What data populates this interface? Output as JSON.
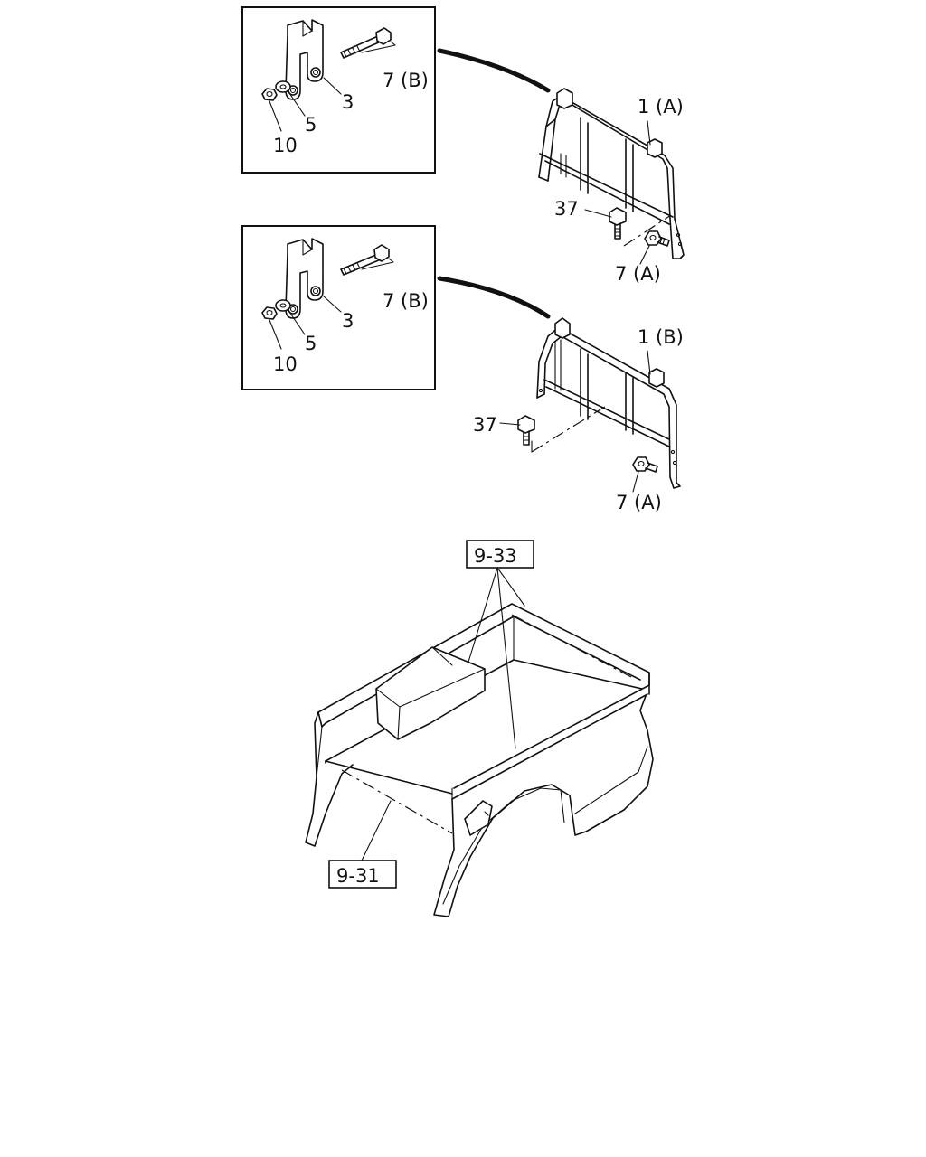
{
  "labels": {
    "top_part3": "3",
    "top_part5": "5",
    "top_part10": "10",
    "top_part7b": "7 (B)",
    "top_part1a": "1 (A)",
    "top_part37": "37",
    "top_part7a": "7 (A)",
    "mid_part3": "3",
    "mid_part5": "5",
    "mid_part10": "10",
    "mid_part7b": "7 (B)",
    "mid_part1b": "1 (B)",
    "mid_part37": "37",
    "mid_part7a": "7 (A)",
    "ref_9_33": "9-33",
    "ref_9_31": "9-31"
  }
}
